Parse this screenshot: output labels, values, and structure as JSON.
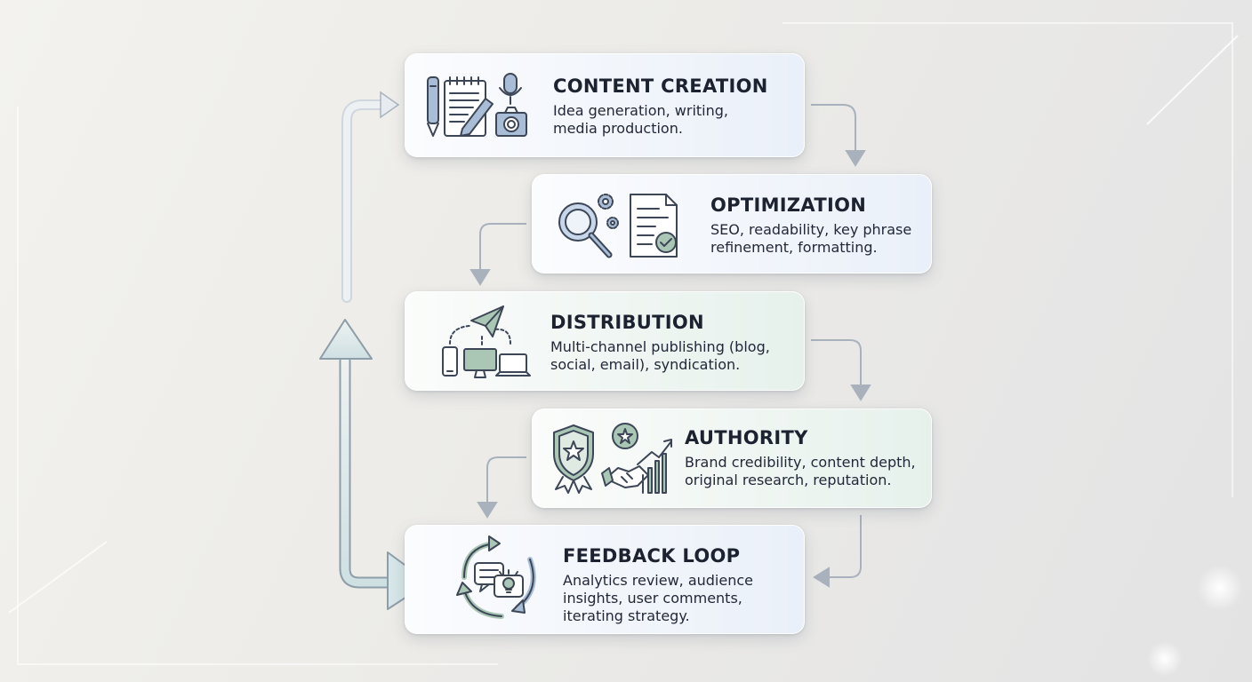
{
  "steps": [
    {
      "title": "CONTENT CREATION",
      "desc": "Idea generation, writing, media production.",
      "icons": [
        "pen-icon",
        "notepad-icon",
        "microphone-icon",
        "camera-icon"
      ]
    },
    {
      "title": "OPTIMIZATION",
      "desc": "SEO, readability, key phrase refinement, formatting.",
      "icons": [
        "magnifier-icon",
        "gear-icon",
        "checked-document-icon"
      ]
    },
    {
      "title": "DISTRIBUTION",
      "desc": "Multi-channel publishing (blog, social, email), syndication.",
      "icons": [
        "paper-plane-icon",
        "phone-icon",
        "monitor-icon",
        "laptop-icon"
      ]
    },
    {
      "title": "AUTHORITY",
      "desc": "Brand credibility, content depth, original research, reputation.",
      "icons": [
        "shield-star-icon",
        "star-badge-icon",
        "handshake-icon",
        "growth-chart-icon"
      ]
    },
    {
      "title": "FEEDBACK LOOP",
      "desc": "Analytics review, audience insights, user comments, iterating strategy.",
      "icons": [
        "cycle-arrows-icon",
        "chat-bubble-icon",
        "lightbulb-icon"
      ]
    }
  ],
  "colors": {
    "icon_stroke": "#3d4656",
    "icon_blue_fill": "#a9bdd6",
    "icon_green_fill": "#a9c7b4",
    "connector_arrow": "#a9b2bc",
    "loop_arrow_fill": "#dce8ea",
    "loop_arrow_stroke": "#8e9ea8"
  }
}
